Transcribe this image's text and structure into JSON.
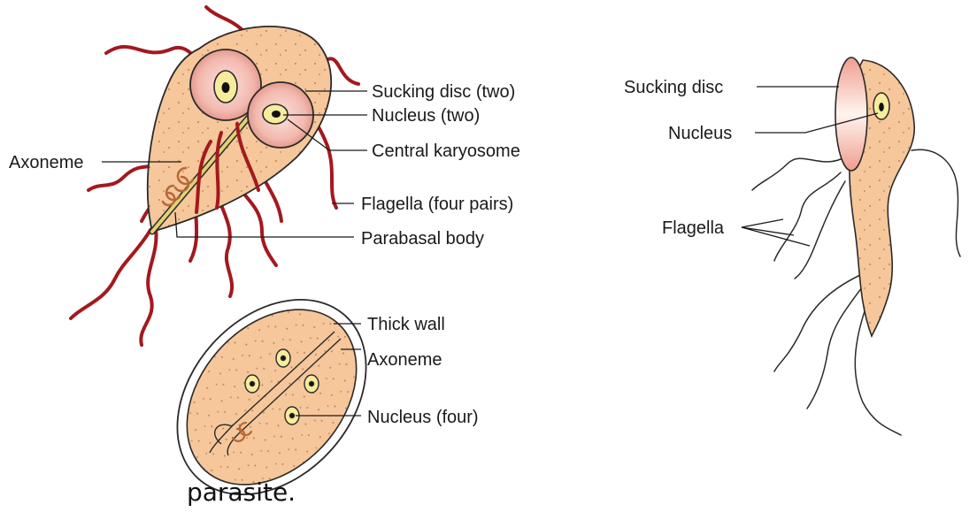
{
  "trophozoite_front": {
    "labels": {
      "sucking_disc": "Sucking disc (two)",
      "nucleus": "Nucleus (two)",
      "karyosome": "Central karyosome",
      "axoneme": "Axoneme",
      "flagella": "Flagella (four pairs)",
      "parabasal": "Parabasal body"
    }
  },
  "cyst": {
    "labels": {
      "wall": "Thick wall",
      "axoneme": "Axoneme",
      "nucleus": "Nucleus (four)"
    }
  },
  "trophozoite_side": {
    "labels": {
      "sucking_disc": "Sucking disc",
      "nucleus": "Nucleus",
      "flagella": "Flagella"
    }
  },
  "caption": "parasite.",
  "colors": {
    "body_fill": "#f5c79a",
    "body_outline": "#2a2a2a",
    "flagella_front": "#a3191f",
    "disc_fill": "#f3b9b0",
    "nucleus_fill": "#f7ec9c",
    "parabasal": "#b5693a",
    "axoneme": "#e2d173"
  }
}
